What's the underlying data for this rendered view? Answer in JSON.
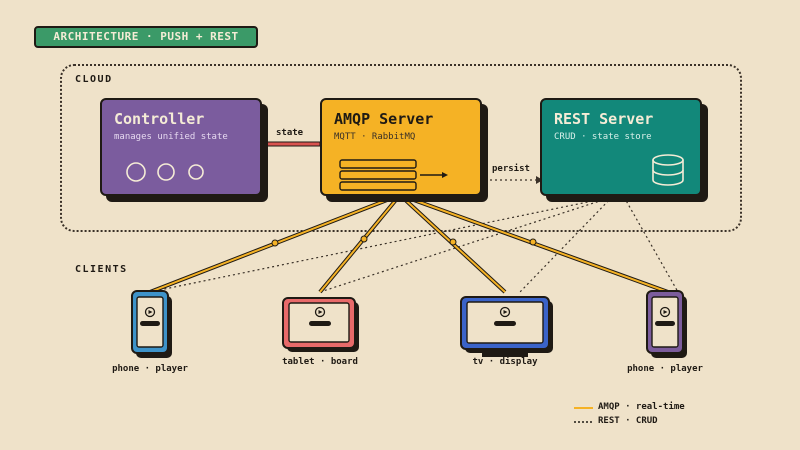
{
  "header": {
    "title": "ARCHITECTURE · PUSH + REST"
  },
  "sections": {
    "cloud": "CLOUD",
    "clients": "CLIENTS"
  },
  "nodes": {
    "controller": {
      "title": "Controller",
      "subtitle": "manages unified state"
    },
    "amqp": {
      "title": "AMQP Server",
      "subtitle": "MQTT · RabbitMQ"
    },
    "rest": {
      "title": "REST Server",
      "subtitle": "CRUD · state store"
    }
  },
  "edges": {
    "state": "state",
    "persist": "persist"
  },
  "clients": [
    {
      "label": "phone · player",
      "color": "#3e93c9"
    },
    {
      "label": "tablet · board",
      "color": "#e86a6a"
    },
    {
      "label": "tv · display",
      "color": "#3a63c9"
    },
    {
      "label": "phone · player",
      "color": "#7c5c9c"
    }
  ],
  "legend": {
    "amqp": "AMQP · real-time",
    "rest": "REST · CRUD"
  },
  "colors": {
    "controller": "#7b5c9e",
    "amqp": "#f5b225",
    "rest": "#12887a",
    "accent_green": "#3b9a68",
    "state_edge": "#d9534f"
  }
}
